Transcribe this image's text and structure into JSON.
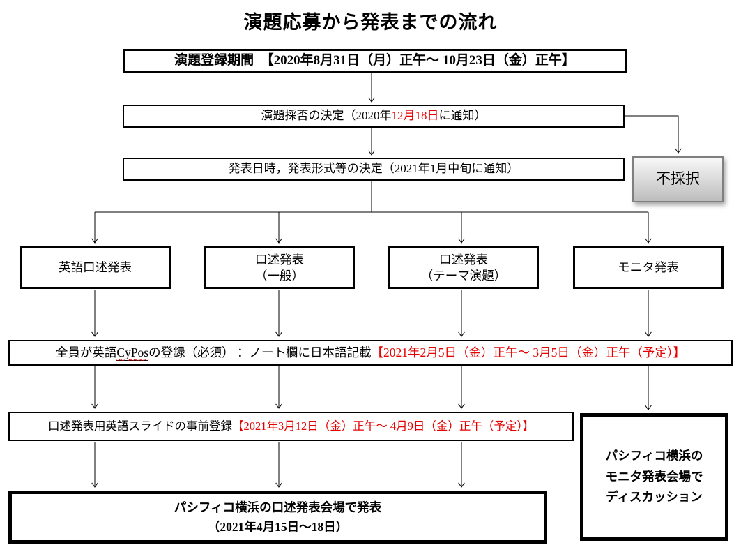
{
  "title": "演題応募から発表までの流れ",
  "colors": {
    "highlight_red": "#e60000",
    "box_border": "#000000",
    "rejected_fill_top": "#f8f8f8",
    "rejected_fill_bottom": "#bdbdbd",
    "rejected_border": "#7f7f7f"
  },
  "flow": {
    "registration": {
      "label": "演題登録期間　【2020年8月31日（月）正午～ 10月23日（金）正午】"
    },
    "acceptance": {
      "prefix": "演題採否の決定（2020年",
      "date_red": "12月18日",
      "suffix": "に通知）"
    },
    "schedule": {
      "label": "発表日時，発表形式等の決定（2021年1月中旬に通知）"
    },
    "rejected": {
      "label": "不採択"
    },
    "tracks": [
      {
        "label": "英語口述発表",
        "sub": ""
      },
      {
        "label": "口述発表",
        "sub": "（一般）"
      },
      {
        "label": "口述発表",
        "sub": "（テーマ演題）"
      },
      {
        "label": "モニタ発表",
        "sub": ""
      }
    ],
    "cypos": {
      "part1": "全員が英語 ",
      "cypos_word": "CyPos",
      "part2": " の登録（必須） ：ノート欄に日本語記載",
      "date_red": "【2021年2月5日（金）正午～ 3月5日（金）正午（予定）】"
    },
    "slides": {
      "label": "口述発表用英語スライドの事前登録",
      "date_red": "【2021年3月12日（金）正午～ 4月9日（金）正午（予定）】"
    },
    "oral_presentation": {
      "line1": "パシフィコ横浜の口述発表会場で発表",
      "line2": "（2021年4月15日～18日）"
    },
    "monitor_discussion": {
      "line1": "パシフィコ横浜の",
      "line2": "モニタ発表会場で",
      "line3": "ディスカッション"
    }
  }
}
